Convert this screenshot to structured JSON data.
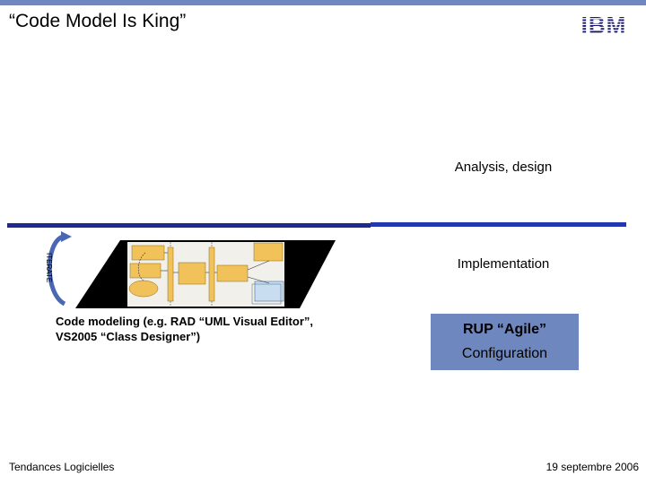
{
  "slide": {
    "title": "“Code Model Is King”",
    "logo_text": "IBM",
    "analysis_label": "Analysis, design",
    "implementation_label": "Implementation",
    "iterate_label": "ITERATE",
    "caption_line1": "Code modeling (e.g. RAD “UML Visual Editor”,",
    "caption_line2": "VS2005 “Class Designer”)",
    "rup_line1": "RUP “Agile”",
    "rup_line2": "Configuration"
  },
  "footer": {
    "left": "Tendances Logicielles",
    "right": "19 septembre 2006"
  },
  "colors": {
    "accent_bar": "#6f88c2",
    "divider": "#1e2a8f",
    "rup_box": "#6e87bf",
    "iterate_arrow": "#4a67b3"
  }
}
